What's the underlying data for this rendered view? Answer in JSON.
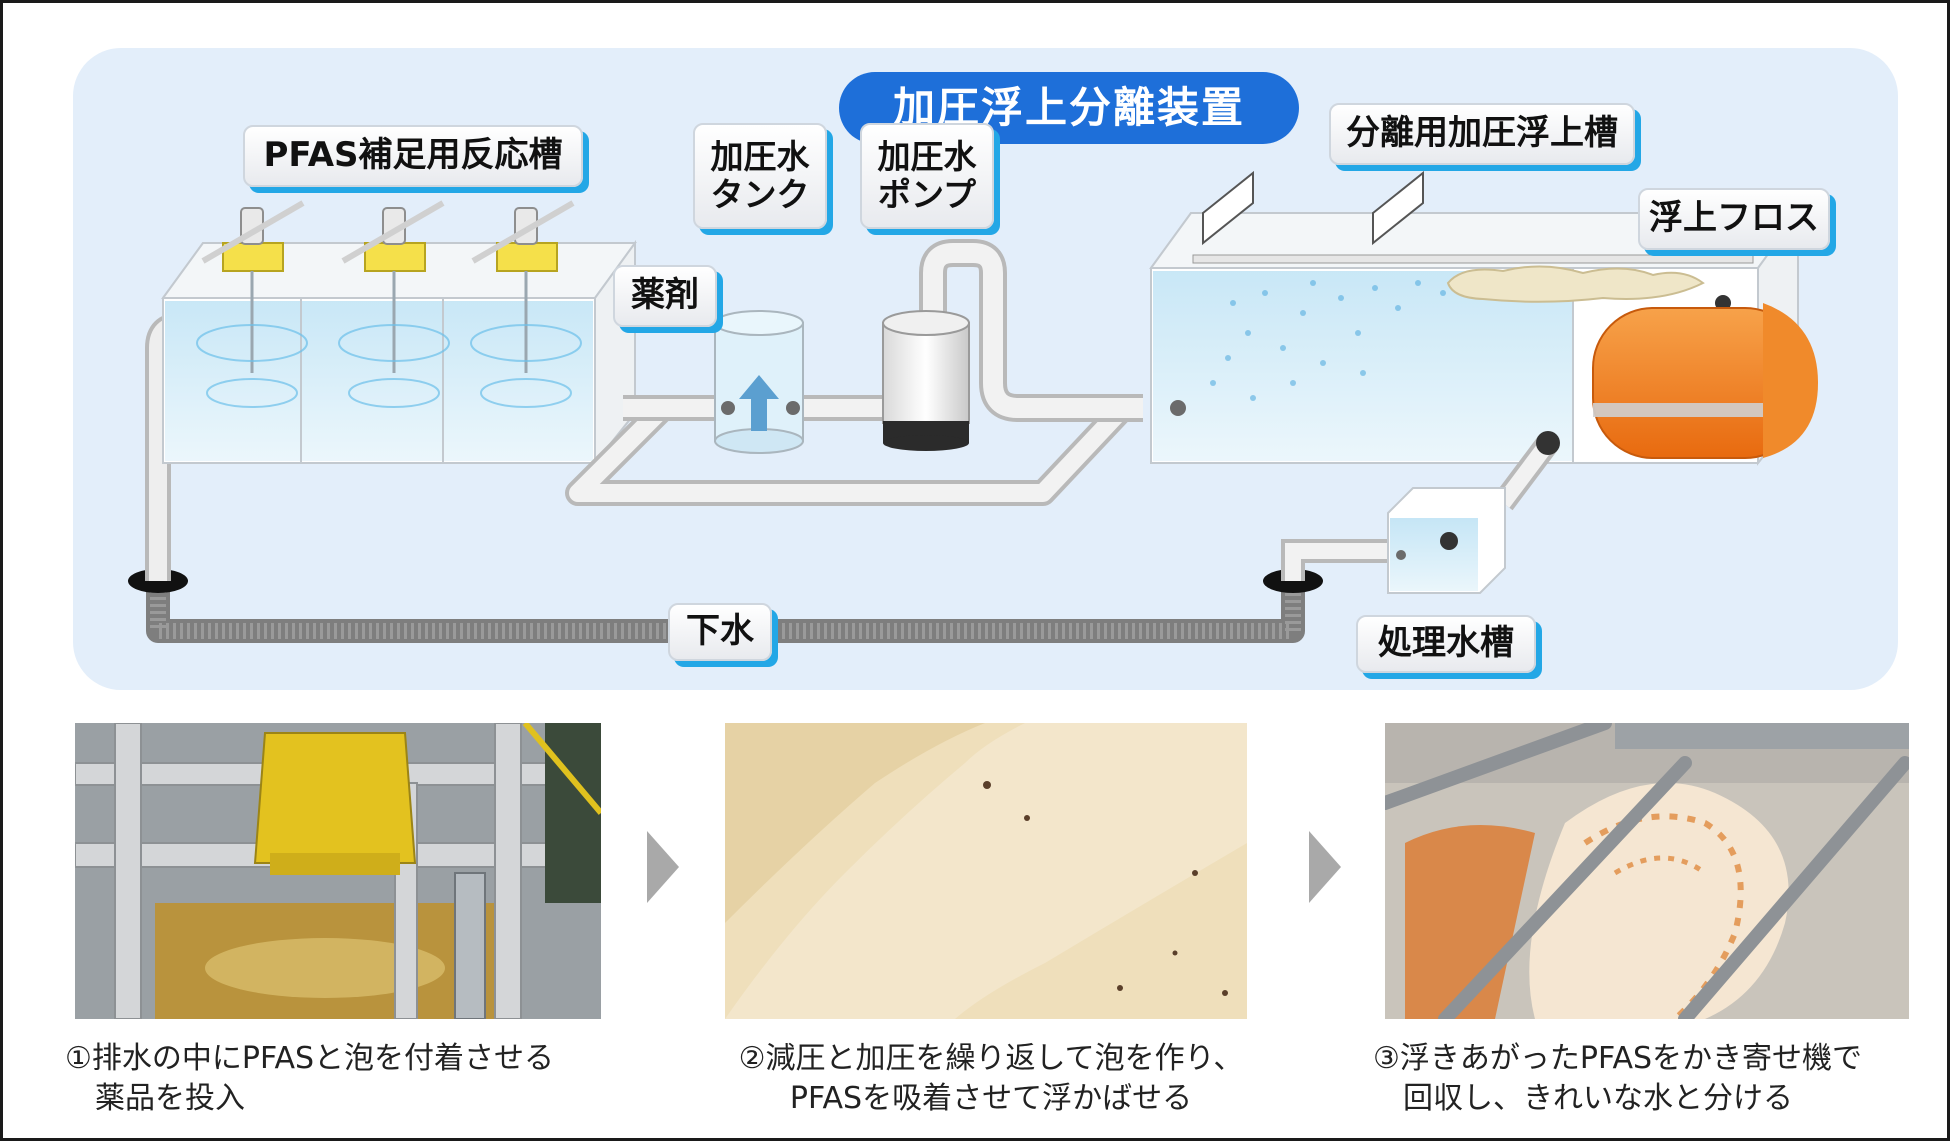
{
  "title": "加圧浮上分離装置",
  "labels": {
    "reactor": "PFAS補足用反応槽",
    "chemical": "薬剤",
    "pressure_tank": [
      "加圧水",
      "タンク"
    ],
    "pressure_pump": [
      "加圧水",
      "ポンプ"
    ],
    "flotation_tank": "分離用加圧浮上槽",
    "floss": "浮上フロス",
    "sewage": "下水",
    "treated_tank": "処理水槽"
  },
  "captions": [
    [
      "①排水の中にPFASと泡を付着させる",
      "　薬品を投入"
    ],
    [
      "②減圧と加圧を繰り返して泡を作り、",
      "PFASを吸着させて浮かばせる"
    ],
    [
      "③浮きあがったPFASをかき寄せ機で",
      "　回収し、きれいな水と分ける"
    ]
  ],
  "colors": {
    "title_bg": "#1e6fd9",
    "panel_bg": "#e3eefa",
    "label_shadow": "#23a7e6",
    "collector_orange": "#f07d1e",
    "flow_arrow": "#a9a9a9"
  }
}
